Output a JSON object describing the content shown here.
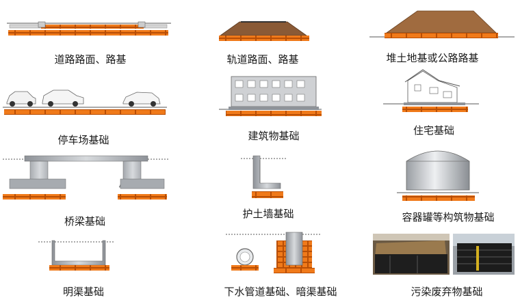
{
  "diagram": {
    "captions": [
      "道路路面、路基",
      "轨道路面、路基",
      "堆土地基或公路路基",
      "停车场基础",
      "建筑物基础",
      "住宅基础",
      "桥梁基础",
      "护土墙基础",
      "容器罐等构筑物基础",
      "明渠基础",
      "下水管道基础、暗渠基础",
      "污染废弃物基础"
    ],
    "colors": {
      "block_fill": "#f07a1a",
      "block_edge": "#b84e05",
      "concrete": "#b8bcc2",
      "soil": "#8a5a36",
      "ground_line": "#555555"
    }
  }
}
